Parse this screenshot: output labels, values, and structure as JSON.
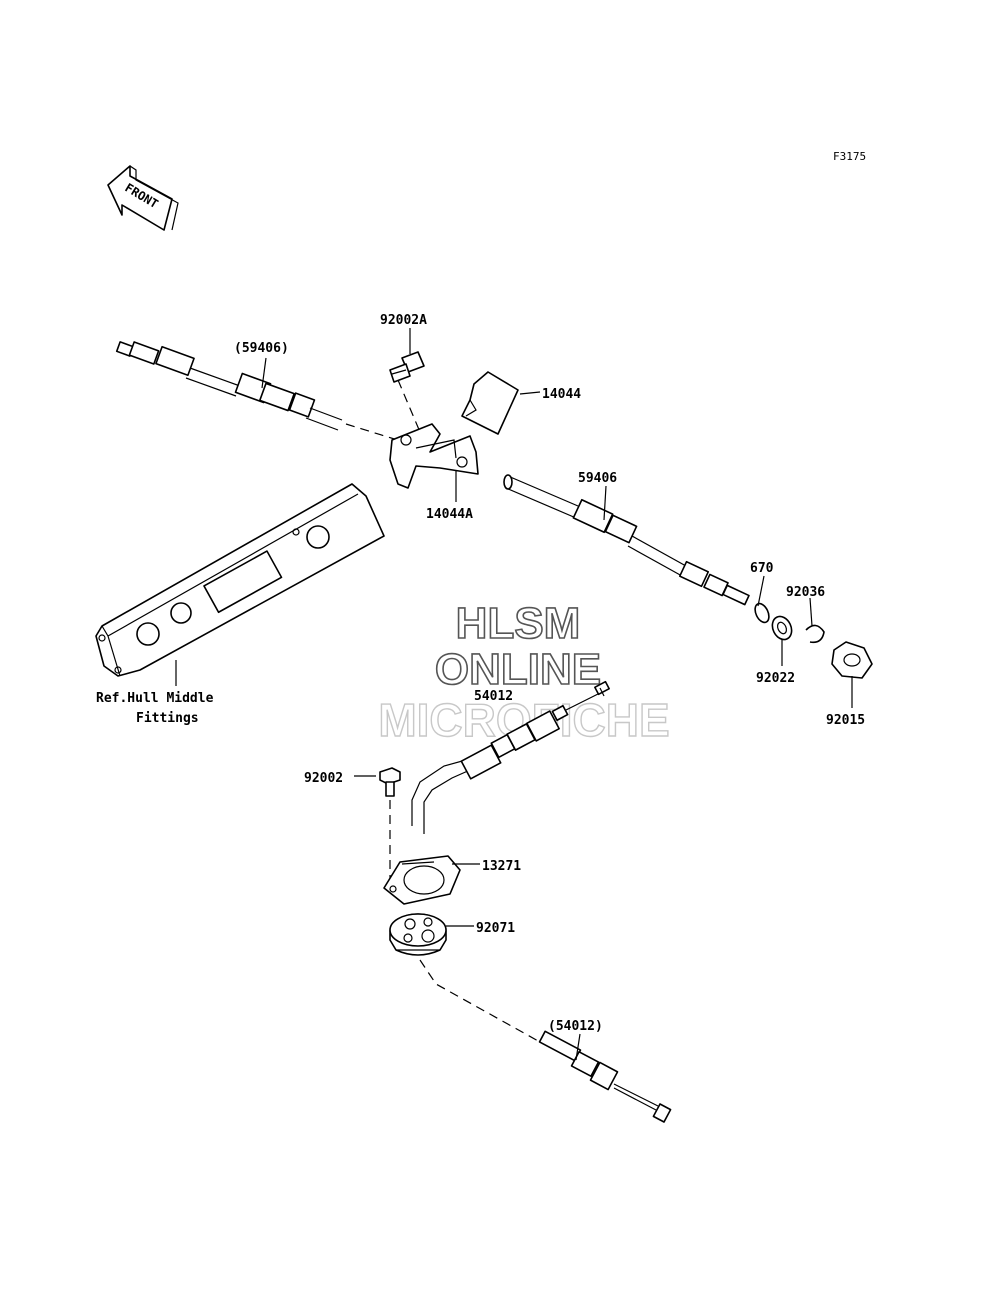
{
  "figure_code": "F3175",
  "front_arrow": {
    "label": "FRONT"
  },
  "watermark": {
    "line1": "HLSM",
    "line2": "ONLINE",
    "line3": "MICROFICHE"
  },
  "callouts": [
    {
      "id": "c-92002A",
      "text": "92002A"
    },
    {
      "id": "c-59406-ref",
      "text": "(59406)"
    },
    {
      "id": "c-14044",
      "text": "14044"
    },
    {
      "id": "c-14044A",
      "text": "14044A"
    },
    {
      "id": "c-59406",
      "text": "59406"
    },
    {
      "id": "c-670",
      "text": "670"
    },
    {
      "id": "c-92036",
      "text": "92036"
    },
    {
      "id": "c-92022",
      "text": "92022"
    },
    {
      "id": "c-92015",
      "text": "92015"
    },
    {
      "id": "c-54012",
      "text": "54012"
    },
    {
      "id": "c-92002",
      "text": "92002"
    },
    {
      "id": "c-13271",
      "text": "13271"
    },
    {
      "id": "c-92071",
      "text": "92071"
    },
    {
      "id": "c-54012-ref",
      "text": "(54012)"
    }
  ],
  "reference_note": {
    "line1": "Ref.Hull Middle",
    "line2": "Fittings"
  }
}
